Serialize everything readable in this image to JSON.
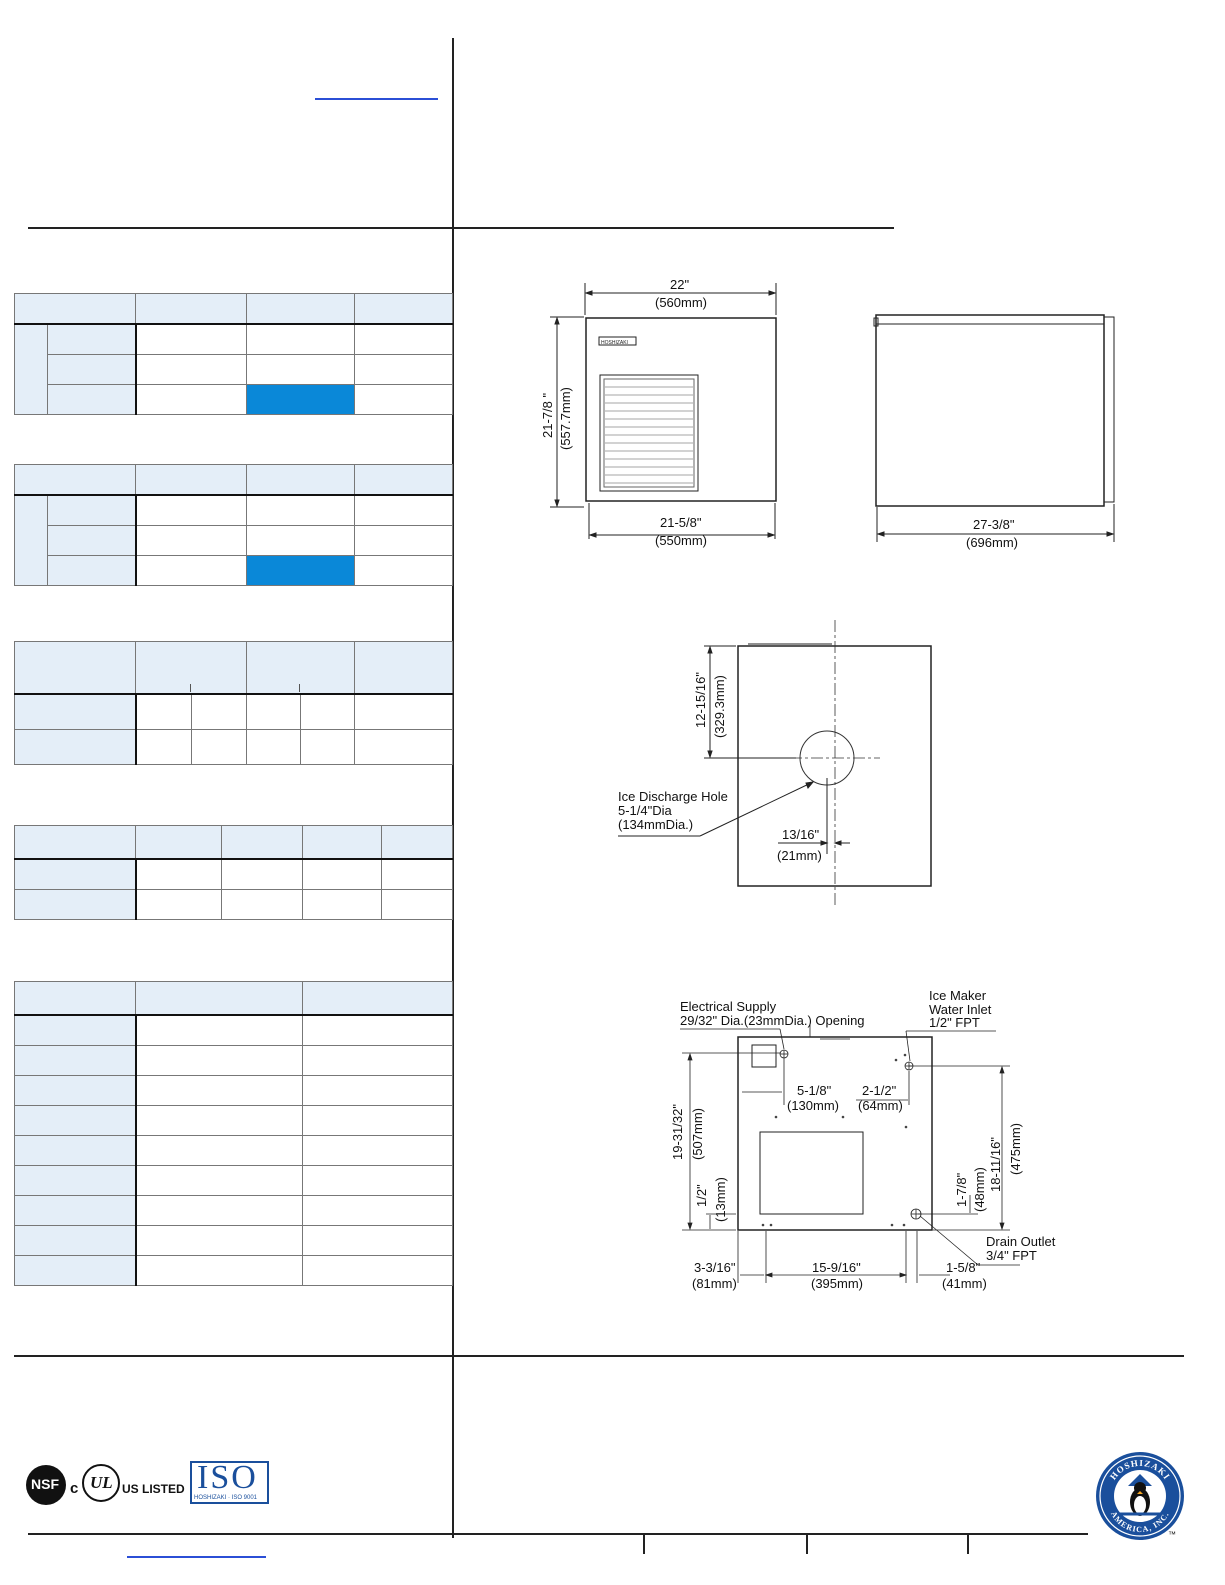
{
  "drawings": {
    "front": {
      "width_top": "22\"",
      "width_top_mm": "(560mm)",
      "height": "21-7/8 \"",
      "height_mm": "(557.7mm)",
      "width_bottom": "21-5/8\"",
      "width_bottom_mm": "(550mm)",
      "label": "HOSHIZAKI"
    },
    "side": {
      "depth": "27-3/8\"",
      "depth_mm": "(696mm)"
    },
    "top": {
      "depth_to_hole": "12-15/16\"",
      "depth_to_hole_mm": "(329.3mm)",
      "hole_title": "Ice Discharge Hole",
      "hole_size": "5-1/4\"Dia",
      "hole_size_mm": "(134mmDia.)",
      "offset": "13/16\"",
      "offset_mm": "(21mm)"
    },
    "rear": {
      "electrical_title": "Electrical Supply",
      "electrical_desc": "29/32\" Dia.(23mmDia.) Opening",
      "water_title_1": "Ice Maker",
      "water_title_2": "Water Inlet",
      "water_size": "1/2\" FPT",
      "d1": "5-1/8\"",
      "d1_mm": "(130mm)",
      "d2": "2-1/2\"",
      "d2_mm": "(64mm)",
      "h1": "19-31/32\"",
      "h1_mm": "(507mm)",
      "h2": "1/2\"",
      "h2_mm": "(13mm)",
      "h3": "18-11/16\"",
      "h3_mm": "(475mm)",
      "h4": "1-7/8\"",
      "h4_mm": "(48mm)",
      "drain_title": "Drain Outlet",
      "drain_size": "3/4\" FPT",
      "b1": "3-3/16\"",
      "b1_mm": "(81mm)",
      "b2": "15-9/16\"",
      "b2_mm": "(395mm)",
      "b3": "1-5/8\"",
      "b3_mm": "(41mm)"
    }
  },
  "footer": {
    "cert_nsf": "NSF",
    "cert_c": "c",
    "cert_ul": "UL",
    "cert_us_listed": "US LISTED",
    "cert_iso": "ISO",
    "cert_iso_sub": "HOSHIZAKI · ISO 9001",
    "logo_top": "HOSHIZAKI",
    "logo_bottom": "AMERICA, INC.",
    "tm": "™"
  },
  "colors": {
    "header_fill": "#e4eef8",
    "highlight": "#0a88d8",
    "logo_blue": "#1a4f9c",
    "link": "#2b4fd6"
  }
}
